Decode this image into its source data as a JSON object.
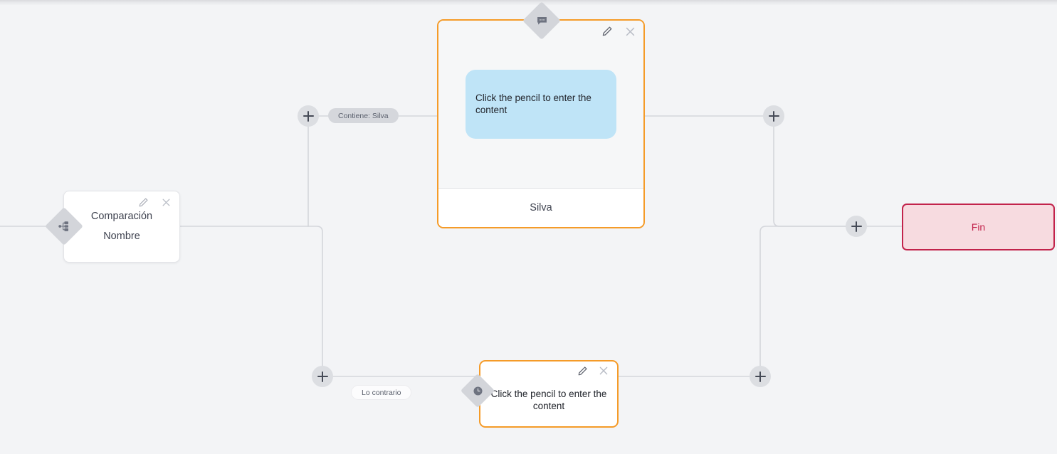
{
  "canvas": {
    "background_color": "#f3f4f6",
    "edge_color": "#d4d6db",
    "accent_orange": "#f59b28",
    "accent_red": "#c2234b",
    "bubble_blue": "#bfe4f7",
    "plus_bg": "#dcdee2",
    "diamond_bg": "#d3d5da"
  },
  "nodes": {
    "comparison": {
      "line1": "Comparación",
      "line2": "Nombre",
      "edit_icon": "pencil-icon",
      "close_icon": "close-icon",
      "badge_icon": "branch-split-icon"
    },
    "message": {
      "bubble_text": "Click the pencil to enter the content",
      "footer_label": "Silva",
      "edit_icon": "pencil-icon",
      "close_icon": "close-icon",
      "badge_icon": "chat-bubble-icon"
    },
    "wait": {
      "text": "Click the pencil to enter the content",
      "edit_icon": "pencil-icon",
      "close_icon": "close-icon",
      "badge_icon": "clock-icon"
    },
    "end": {
      "label": "Fin"
    }
  },
  "edge_labels": {
    "branch_true": "Contiene: Silva",
    "branch_false": "Lo contrario"
  },
  "add_buttons": [
    {
      "id": "add-branch-true",
      "glyph": "plus-icon"
    },
    {
      "id": "add-branch-false",
      "glyph": "plus-icon"
    },
    {
      "id": "add-after-message",
      "glyph": "plus-icon"
    },
    {
      "id": "add-after-wait",
      "glyph": "plus-icon"
    },
    {
      "id": "add-before-end",
      "glyph": "plus-icon"
    }
  ]
}
